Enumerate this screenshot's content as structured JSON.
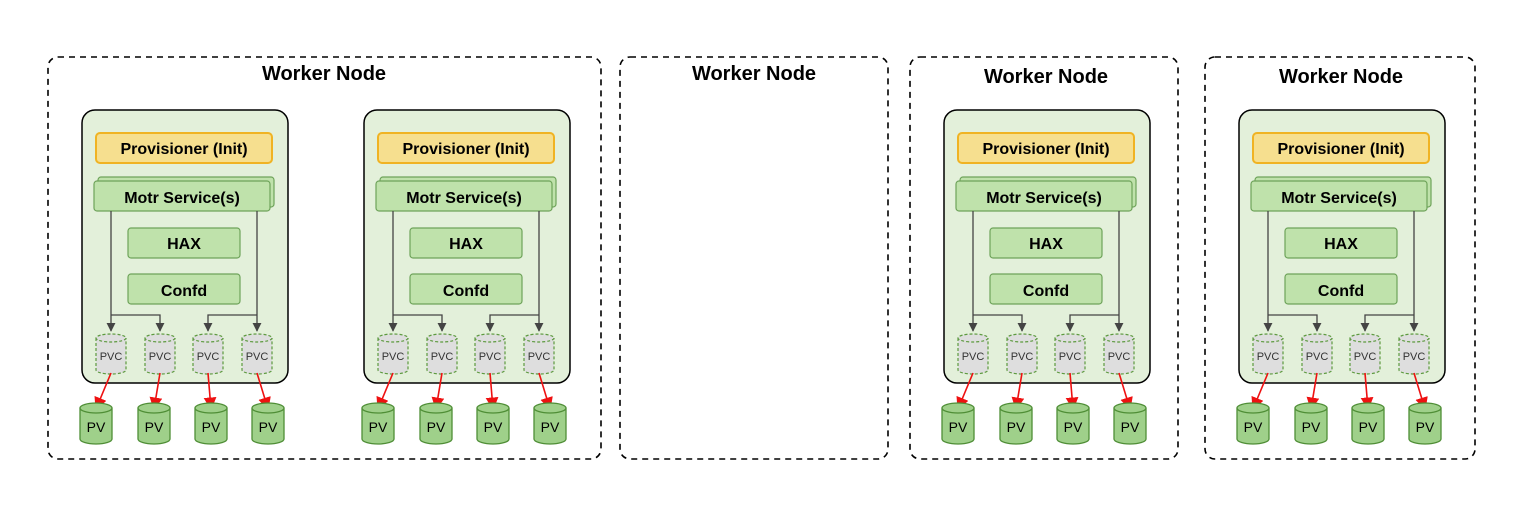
{
  "nodes": [
    {
      "title": "Worker Node",
      "pods": [
        {
          "provisioner": "Provisioner (Init)",
          "service": "Motr Service(s)",
          "hax": "HAX",
          "confd": "Confd",
          "pvcs": [
            "PVC",
            "PVC",
            "PVC",
            "PVC"
          ]
        },
        {
          "provisioner": "Provisioner (Init)",
          "service": "Motr Service(s)",
          "hax": "HAX",
          "confd": "Confd",
          "pvcs": [
            "PVC",
            "PVC",
            "PVC",
            "PVC"
          ]
        }
      ],
      "pvs": [
        "PV",
        "PV",
        "PV",
        "PV",
        "PV",
        "PV",
        "PV",
        "PV"
      ]
    },
    {
      "title": "Worker Node",
      "pods": [],
      "pvs": []
    },
    {
      "title": "Worker Node",
      "pods": [
        {
          "provisioner": "Provisioner (Init)",
          "service": "Motr Service(s)",
          "hax": "HAX",
          "confd": "Confd",
          "pvcs": [
            "PVC",
            "PVC",
            "PVC",
            "PVC"
          ]
        }
      ],
      "pvs": [
        "PV",
        "PV",
        "PV",
        "PV"
      ]
    },
    {
      "title": "Worker Node",
      "pods": [
        {
          "provisioner": "Provisioner (Init)",
          "service": "Motr Service(s)",
          "hax": "HAX",
          "confd": "Confd",
          "pvcs": [
            "PVC",
            "PVC",
            "PVC",
            "PVC"
          ]
        }
      ],
      "pvs": [
        "PV",
        "PV",
        "PV",
        "PV"
      ]
    }
  ],
  "colors": {
    "pod_fill": "#e3f0da",
    "provisioner_fill": "#f6df8f",
    "provisioner_stroke": "#f0b323",
    "component_fill": "#bfe2ab",
    "component_stroke": "#6ea35a",
    "pvc_fill": "#dedede",
    "pvc_stroke": "#5d9a3f",
    "pv_fill": "#9fd08a",
    "pv_stroke": "#4f8e36",
    "arrow_red": "#ee1111",
    "arrow_gray": "#444444"
  }
}
